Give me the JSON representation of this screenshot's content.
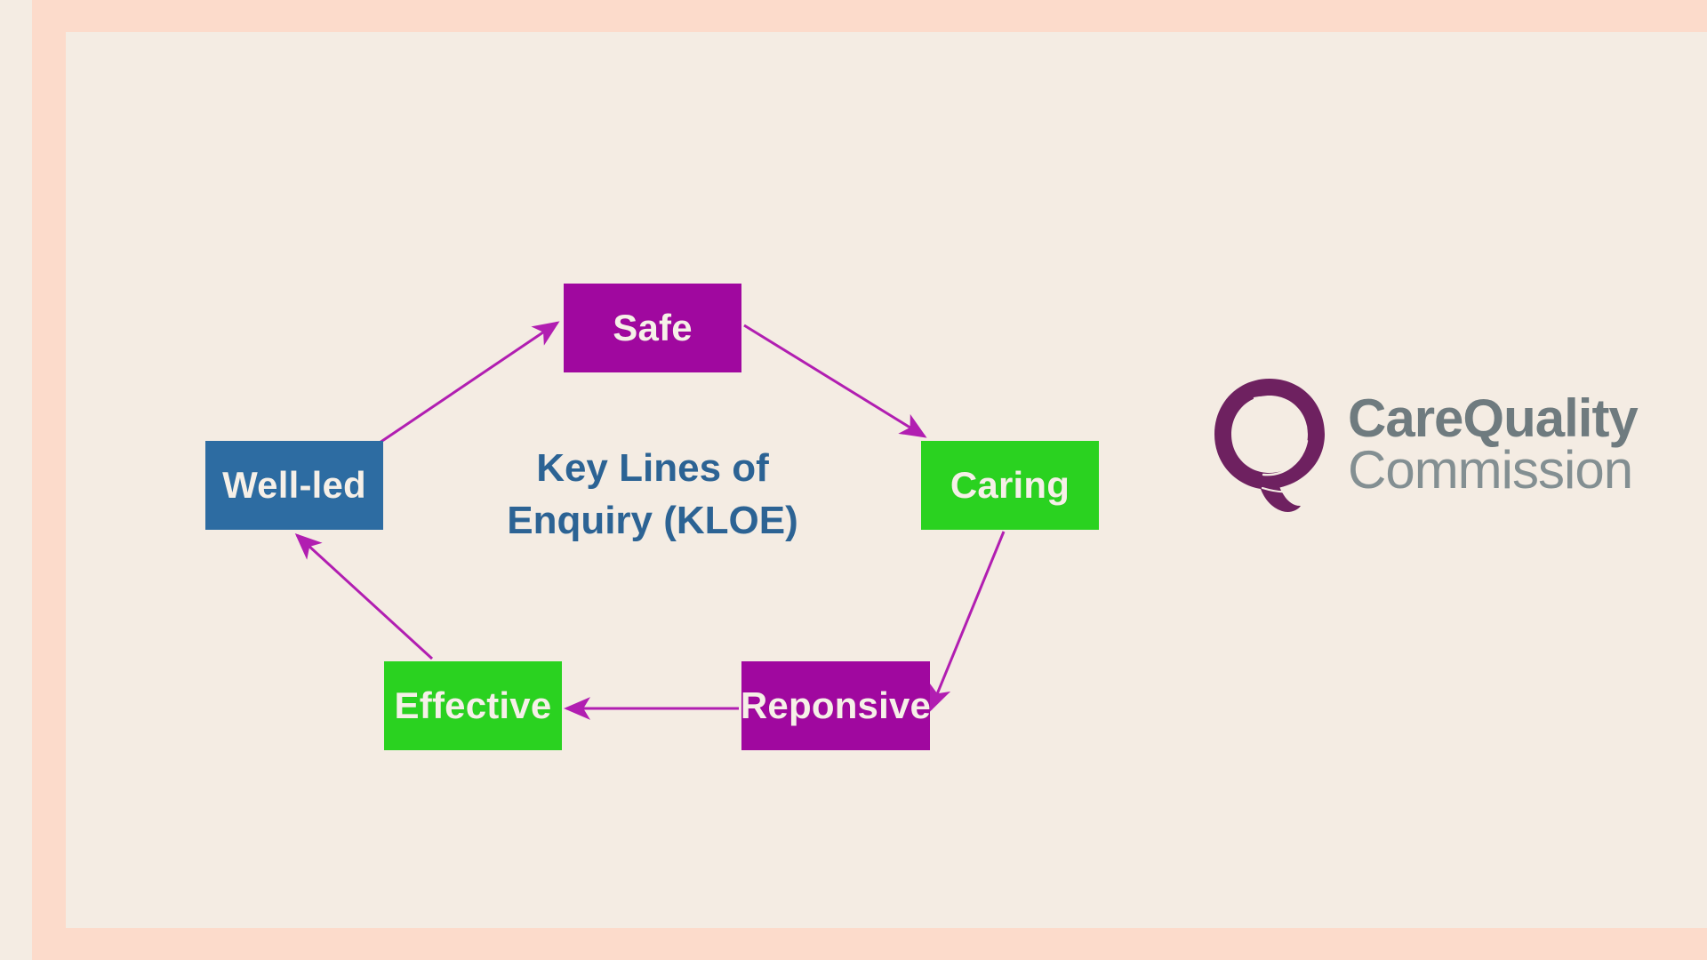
{
  "slide": {
    "title": "Key Lines of Enquiry (KLOE)",
    "background_color": "#f4ece3",
    "frame_color": "#fcdbcb"
  },
  "center_caption": {
    "line1": "Key Lines of",
    "line2": "Enquiry (KLOE)",
    "color": "#2c6394"
  },
  "diagram": {
    "type": "cycle-diagram",
    "nodes": [
      {
        "id": "safe",
        "label": "Safe",
        "color": "#a0089f",
        "text_color": "#f6f0e8",
        "position": "top"
      },
      {
        "id": "caring",
        "label": "Caring",
        "color": "#2ad220",
        "text_color": "#f6f0e8",
        "position": "right"
      },
      {
        "id": "responsive",
        "label": "Reponsive",
        "color": "#a0089f",
        "text_color": "#f6f0e8",
        "position": "bottom-right"
      },
      {
        "id": "effective",
        "label": "Effective",
        "color": "#2ad220",
        "text_color": "#f6f0e8",
        "position": "bottom-left"
      },
      {
        "id": "wellled",
        "label": "Well-led",
        "color": "#2d6ca2",
        "text_color": "#f6f0e8",
        "position": "left"
      }
    ],
    "edges": [
      {
        "from": "wellled",
        "to": "safe",
        "style": "arrow"
      },
      {
        "from": "safe",
        "to": "caring",
        "style": "arrow"
      },
      {
        "from": "caring",
        "to": "responsive",
        "style": "arrow"
      },
      {
        "from": "responsive",
        "to": "effective",
        "style": "arrow"
      },
      {
        "from": "effective",
        "to": "wellled",
        "style": "arrow"
      }
    ],
    "edge_color": "#b11eb1"
  },
  "logo": {
    "name": "Care Quality Commission",
    "line1": "CareQuality",
    "line2": "Commission",
    "mark_color": "#6e2160",
    "text_color": "#6f7b7f"
  }
}
